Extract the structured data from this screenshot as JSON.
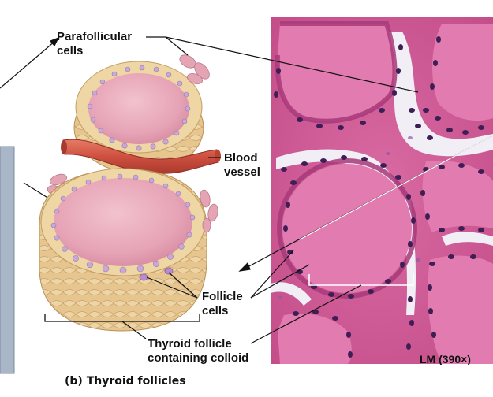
{
  "labels": {
    "parafollicular_line1": "Parafollicular",
    "parafollicular_line2": "cells",
    "blood_line1": "Blood",
    "blood_line2": "vessel",
    "follicle_line1": "Follicle",
    "follicle_line2": "cells",
    "thyroid_line1": "Thyroid follicle",
    "thyroid_line2": "containing colloid",
    "magnification": "LM (390×)",
    "caption": "(b) Thyroid follicles"
  },
  "colors": {
    "colloid": "#e8a6b8",
    "cell_tan": "#e9cf9c",
    "nucleus": "#c9a8d6",
    "vessel": "#d05a48",
    "tissue": "#c8518c",
    "panel": "#a9b6c8"
  }
}
